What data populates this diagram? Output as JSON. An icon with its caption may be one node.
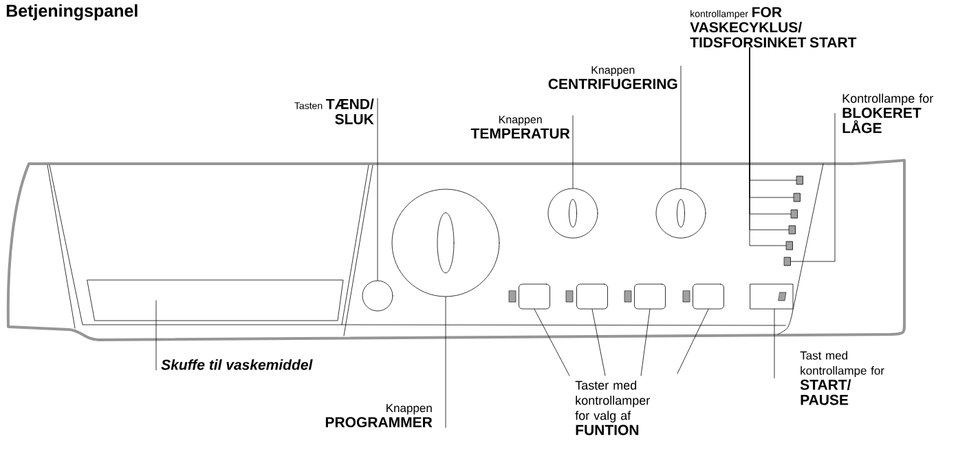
{
  "diagram": {
    "title": "Betjeningspanel",
    "nodes": [
      {
        "text": [
          "Tasten",
          "TÆND/ SLUK"
        ]
      },
      {
        "text": [
          "Knappen",
          "TEMPERATUR"
        ]
      },
      {
        "text": [
          "Knappen",
          "CENTRIFUGERING"
        ]
      },
      {
        "text": [
          "kontrollamper",
          "FOR VASKECYKLUS/ TIDSFORSINKET START"
        ]
      },
      {
        "text": [
          "Kontrollampe for",
          "BLOKERET LÅGE"
        ]
      },
      {
        "text": [],
        "shape": "box"
      },
      {
        "text": [],
        "shape": "circle"
      },
      {
        "text": [],
        "shape": "circle"
      },
      {
        "text": [],
        "shape": "circle"
      },
      {
        "text": [],
        "shape": "circle"
      },
      {
        "text": [],
        "shape": "box"
      },
      {
        "text": [],
        "shape": "box"
      },
      {
        "text": [],
        "shape": "box"
      },
      {
        "text": [],
        "shape": "box"
      },
      {
        "text": [],
        "shape": "box"
      },
      {
        "text": [],
        "shape": "box"
      },
      {
        "text": [],
        "shape": "box"
      },
      {
        "text": [],
        "shape": "box"
      },
      {
        "text": [],
        "shape": "box"
      },
      {
        "text": [],
        "shape": "box"
      },
      {
        "text": [],
        "shape": "box"
      },
      {
        "text": [
          "Skuffe til vaskemiddel"
        ]
      },
      {
        "text": [
          "Knappen",
          "PROGRAMMER"
        ]
      },
      {
        "text": [
          "Taster med kontrollamper for valg af",
          "FUNTION"
        ]
      },
      {
        "text": [
          "Tast med kontrollampe for",
          "START/ PAUSE"
        ]
      }
    ],
    "edges": [
      {
        "from": 0,
        "to": 6,
        "arrow": "none"
      },
      {
        "from": 1,
        "to": 8,
        "arrow": "none"
      },
      {
        "from": 2,
        "to": 9,
        "arrow": "none"
      },
      {
        "from": 3,
        "to": 10,
        "arrow": "none"
      },
      {
        "from": 3,
        "to": 11,
        "arrow": "none"
      },
      {
        "from": 3,
        "to": 12,
        "arrow": "none"
      },
      {
        "from": 3,
        "to": 13,
        "arrow": "none"
      },
      {
        "from": 3,
        "to": 14,
        "arrow": "none"
      },
      {
        "from": 4,
        "to": 15,
        "arrow": "none"
      },
      {
        "from": 21,
        "to": 5,
        "arrow": "none"
      },
      {
        "from": 22,
        "to": 7,
        "arrow": "none"
      },
      {
        "from": 23,
        "to": 16,
        "arrow": "none"
      },
      {
        "from": 23,
        "to": 17,
        "arrow": "none"
      },
      {
        "from": 23,
        "to": 18,
        "arrow": "none"
      },
      {
        "from": 23,
        "to": 19,
        "arrow": "none"
      },
      {
        "from": 24,
        "to": 20,
        "arrow": "none"
      }
    ]
  }
}
